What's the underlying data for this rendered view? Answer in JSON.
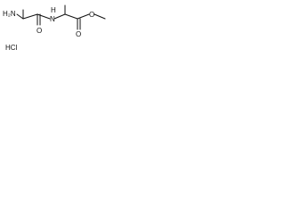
{
  "labels": {
    "amine": "H₂N",
    "amide_nh": "N",
    "amide_h": "H",
    "amide_o": "O",
    "ester_o_carbonyl": "O",
    "ester_o_single": "O",
    "salt": "HCl"
  },
  "colors": {
    "ink": "#111111",
    "background": "#ffffff"
  }
}
